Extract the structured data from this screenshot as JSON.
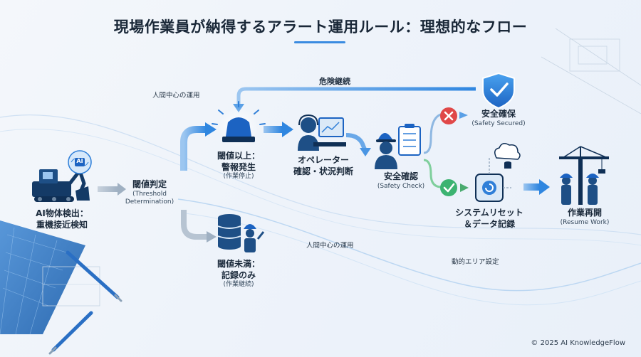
{
  "title": "現場作業員が納得するアラート運用ルール：理想的なフロー",
  "flow_labels": {
    "danger_continue": "危険継続",
    "human_centered_top": "人間中心の運用",
    "human_centered_mid": "人間中心の運用",
    "dynamic_area": "動的エリア設定"
  },
  "nodes": {
    "detect": {
      "line1": "AI物体検出：",
      "line2": "重機接近検知",
      "badge": "AI"
    },
    "threshold": {
      "jp": "閾値判定",
      "en1": "(Threshold",
      "en2": "Determination)"
    },
    "alarm": {
      "line1": "閾値以上：",
      "line2": "警報発生",
      "sub": "(作業停止)"
    },
    "record": {
      "line1": "閾値未満：",
      "line2": "記録のみ",
      "sub": "(作業継続)"
    },
    "operator": {
      "line1": "オペレーター",
      "line2": "確認・状況判断"
    },
    "safety_check": {
      "jp": "安全確認",
      "en": "(Safety Check)"
    },
    "secured": {
      "jp": "安全確保",
      "en": "(Safety Secured)"
    },
    "reset": {
      "line1": "システムリセット",
      "line2": "＆データ記録"
    },
    "resume": {
      "jp": "作業再開",
      "en": "(Resume Work)"
    }
  },
  "colors": {
    "accent": "#2f7fd8",
    "navy": "#0f2f55",
    "green": "#3cb371",
    "red": "#e04848"
  },
  "copyright": "© 2025 AI KnowledgeFlow"
}
